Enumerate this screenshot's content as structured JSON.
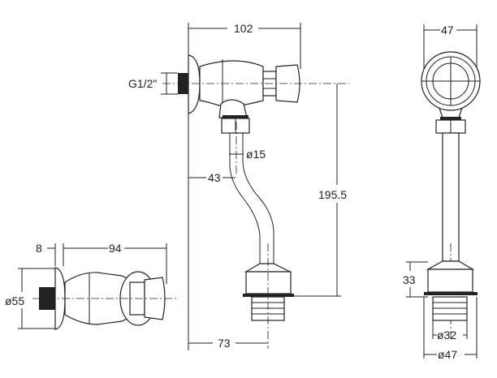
{
  "dimensions": {
    "side_width": "102",
    "thread": "G1/2\"",
    "pipe_diameter": "ø15",
    "pipe_offset": "43",
    "height": "195.5",
    "outlet_offset": "73",
    "flange_thickness": "8",
    "body_length": "94",
    "flange_diameter": "ø55",
    "front_width": "47",
    "base_height": "33",
    "outlet_thread_diameter": "ø32",
    "base_diameter": "ø47"
  }
}
